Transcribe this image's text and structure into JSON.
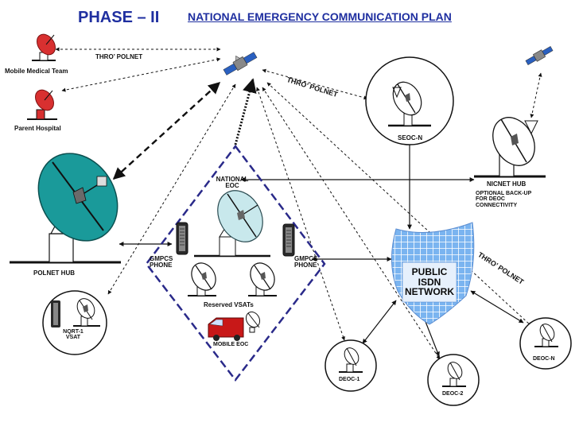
{
  "title": "PHASE – II",
  "subtitle": "NATIONAL EMERGENCY COMMUNICATION PLAN",
  "links": {
    "thro_polnet_top": "THRO’ POLNET",
    "thro_polnet_mid": "THRO’  POLNET",
    "thro_polnet_right": "THRO’  POLNET"
  },
  "nodes": {
    "mobile_medical_team": "Mobile Medical Team",
    "parent_hospital": "Parent Hospital",
    "polnet_hub": "POLNET HUB",
    "nqrt1_line1": "NQRT-1",
    "nqrt1_line2": "VSAT",
    "national_eoc_line1": "NATIONAL",
    "national_eoc_line2": "EOC",
    "gmpcs_left_line1": "GMPCS",
    "gmpcs_left_line2": "PHONE",
    "gmpcs_right_line1": "GMPCS",
    "gmpcs_right_line2": "PHONE",
    "reserved_vsats": "Reserved VSATs",
    "mobile_eoc": "MOBILE EOC",
    "seoc_n": "SEOC-N",
    "nicnet_hub": "NICNET HUB",
    "optional_line1": "OPTIONAL BACK-UP",
    "optional_line2": "FOR DEOC",
    "optional_line3": "CONNECTIVITY",
    "isdn_line1": "PUBLIC",
    "isdn_line2": "ISDN",
    "isdn_line3": "NETWORK",
    "deoc_1": "DEOC-1",
    "deoc_2": "DEOC-2",
    "deoc_n": "DEOC-N"
  },
  "colors": {
    "title": "#1f2fa0",
    "hub_dish": "#1a9a9a",
    "eoc_dish": "#c8e8ec",
    "small_dish_red": "#d83030",
    "isdn_cloud": "#7ab4f0",
    "diamond": "#2a2a8a",
    "van": "#c81818"
  }
}
